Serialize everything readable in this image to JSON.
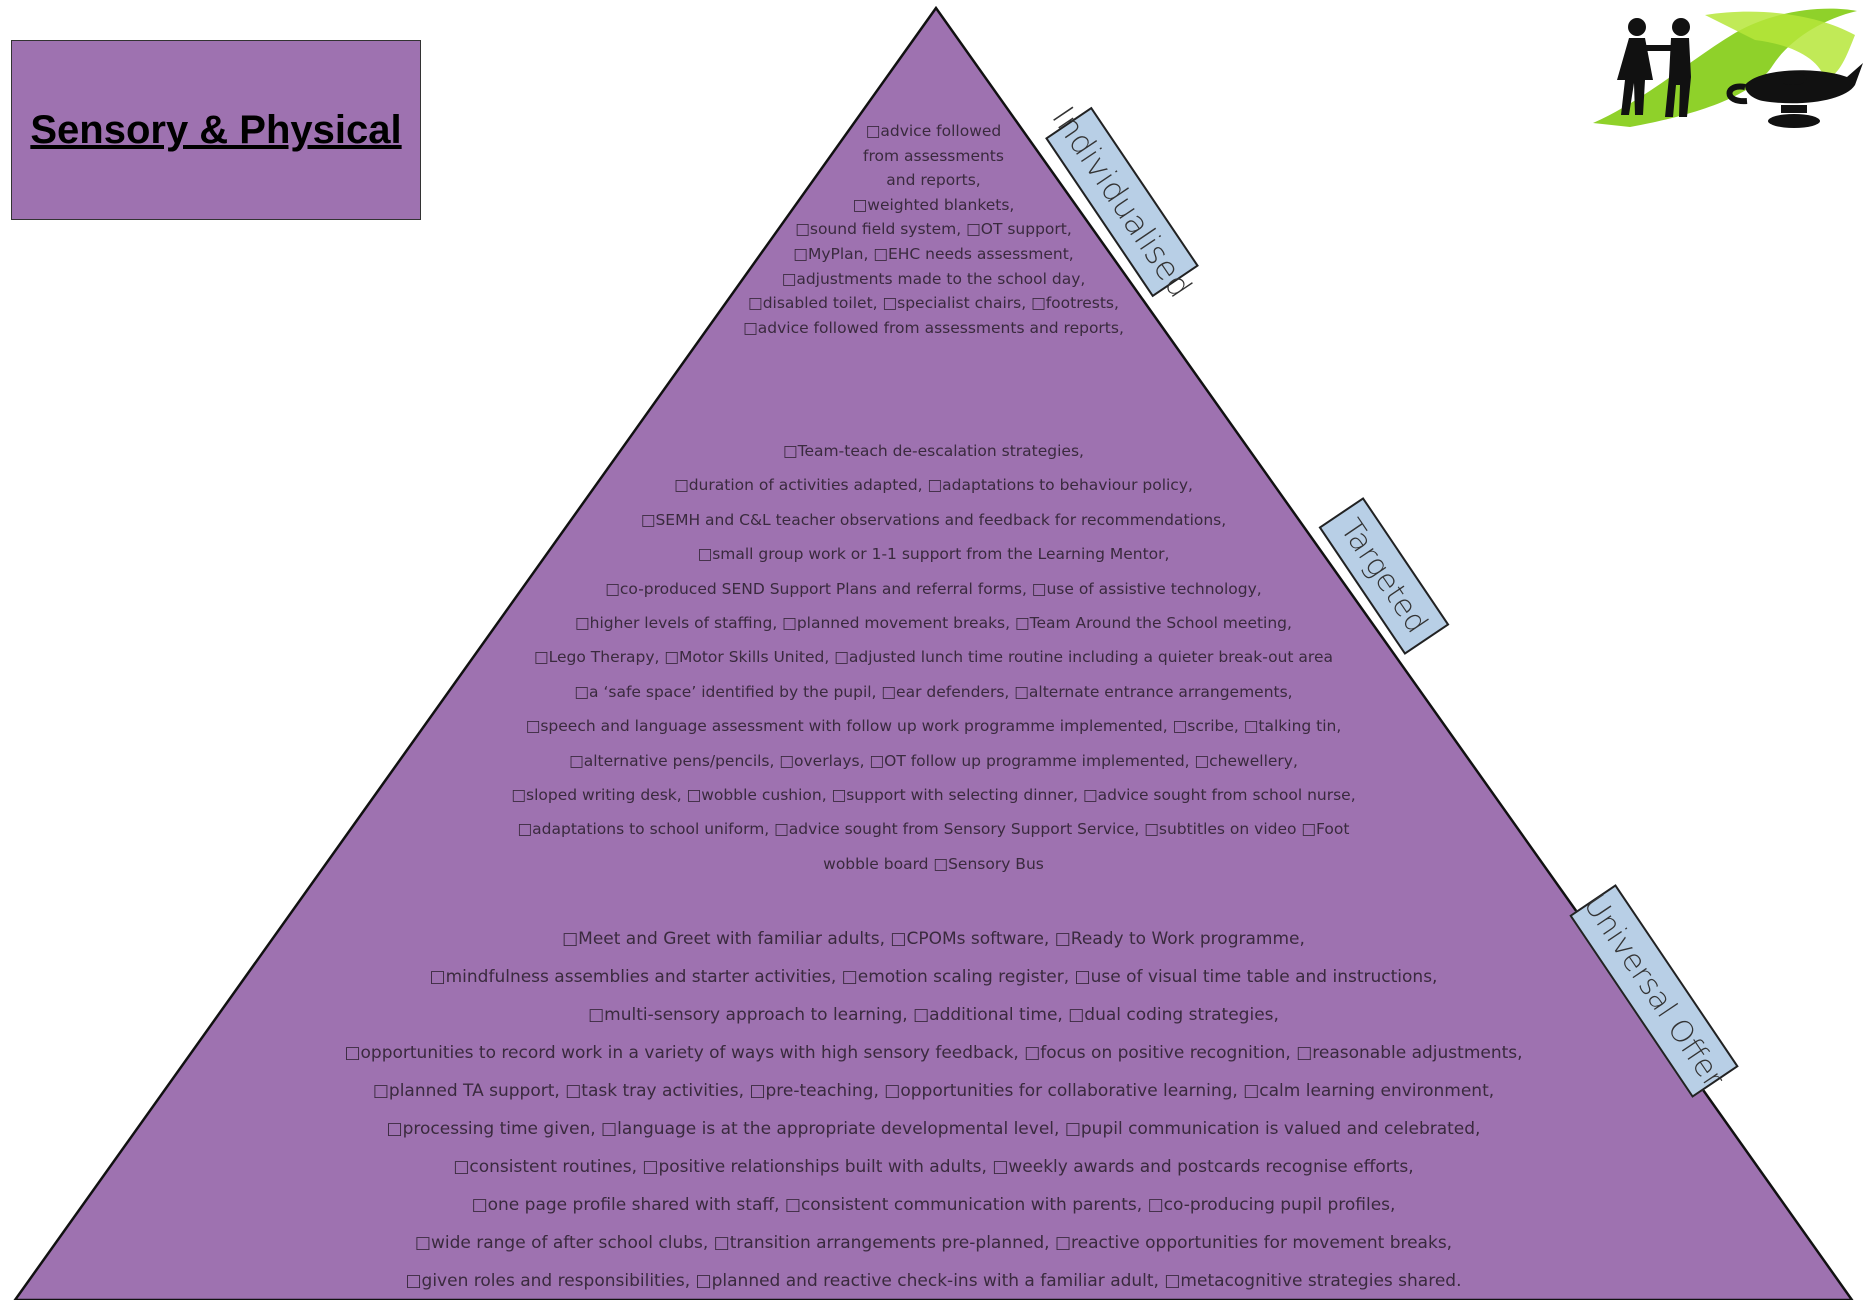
{
  "title": "Sensory & Physical",
  "colors": {
    "pyramid_fill": "#9e72b0",
    "title_box_fill": "#9e72b0",
    "label_fill": "#b8cfe6",
    "text": "#3a2a3e",
    "logo_green": "#8fd12a"
  },
  "logo": {
    "icon": "school-children-lamp-logo-icon"
  },
  "tiers": {
    "individualised": {
      "label": "Individualised",
      "lines": [
        "□advice followed",
        "from assessments",
        "and reports,",
        "□weighted blankets,",
        "□sound field system, □OT support,",
        "□MyPlan, □EHC needs assessment,",
        "□adjustments made to the school day,",
        "□disabled toilet, □specialist chairs, □footrests,",
        "□advice followed from assessments and reports,"
      ]
    },
    "targeted": {
      "label": "Targeted",
      "lines": [
        "□Team-teach de-escalation strategies,",
        "□duration of activities adapted, □adaptations to behaviour policy,",
        "□SEMH and C&L teacher observations and feedback for recommendations,",
        "□small group work or 1-1 support from the Learning Mentor,",
        "□co-produced SEND Support Plans and referral forms, □use of assistive technology,",
        "□higher levels of staffing, □planned movement breaks, □Team Around the School meeting,",
        "□Lego Therapy, □Motor Skills United, □adjusted lunch time routine including a quieter break-out area",
        "□a ‘safe space’ identified by the pupil, □ear defenders, □alternate entrance arrangements,",
        "□speech and language assessment with follow up work programme implemented, □scribe, □talking tin,",
        "□alternative pens/pencils, □overlays, □OT follow up programme implemented, □chewellery,",
        "□sloped writing desk, □wobble cushion, □support with selecting dinner, □advice sought from school nurse,",
        "□adaptations to school uniform, □advice sought from Sensory Support Service, □subtitles on video □Foot",
        "wobble board □Sensory Bus"
      ]
    },
    "universal": {
      "label": "Universal Offer",
      "lines": [
        "□Meet and Greet with familiar adults, □CPOMs software, □Ready to Work programme,",
        "□mindfulness assemblies and starter activities, □emotion scaling register, □use of visual time table and instructions,",
        "□multi-sensory approach to learning, □additional time, □dual coding strategies,",
        "□opportunities to record work in a variety of ways with high sensory feedback, □focus on positive recognition,  □reasonable adjustments,",
        "□planned TA support, □task tray activities, □pre-teaching, □opportunities for collaborative learning, □calm learning environment,",
        "□processing time given, □language is at the appropriate developmental level, □pupil communication is valued and celebrated,",
        "□consistent routines, □positive relationships built with adults, □weekly awards and postcards recognise efforts,",
        "□one page profile shared with staff, □consistent communication with parents, □co-producing pupil profiles,",
        "□wide range of after school clubs, □transition arrangements pre-planned, □reactive opportunities for movement breaks,",
        "□given roles and responsibilities, □planned and reactive check-ins with a familiar adult, □metacognitive strategies shared."
      ]
    }
  }
}
